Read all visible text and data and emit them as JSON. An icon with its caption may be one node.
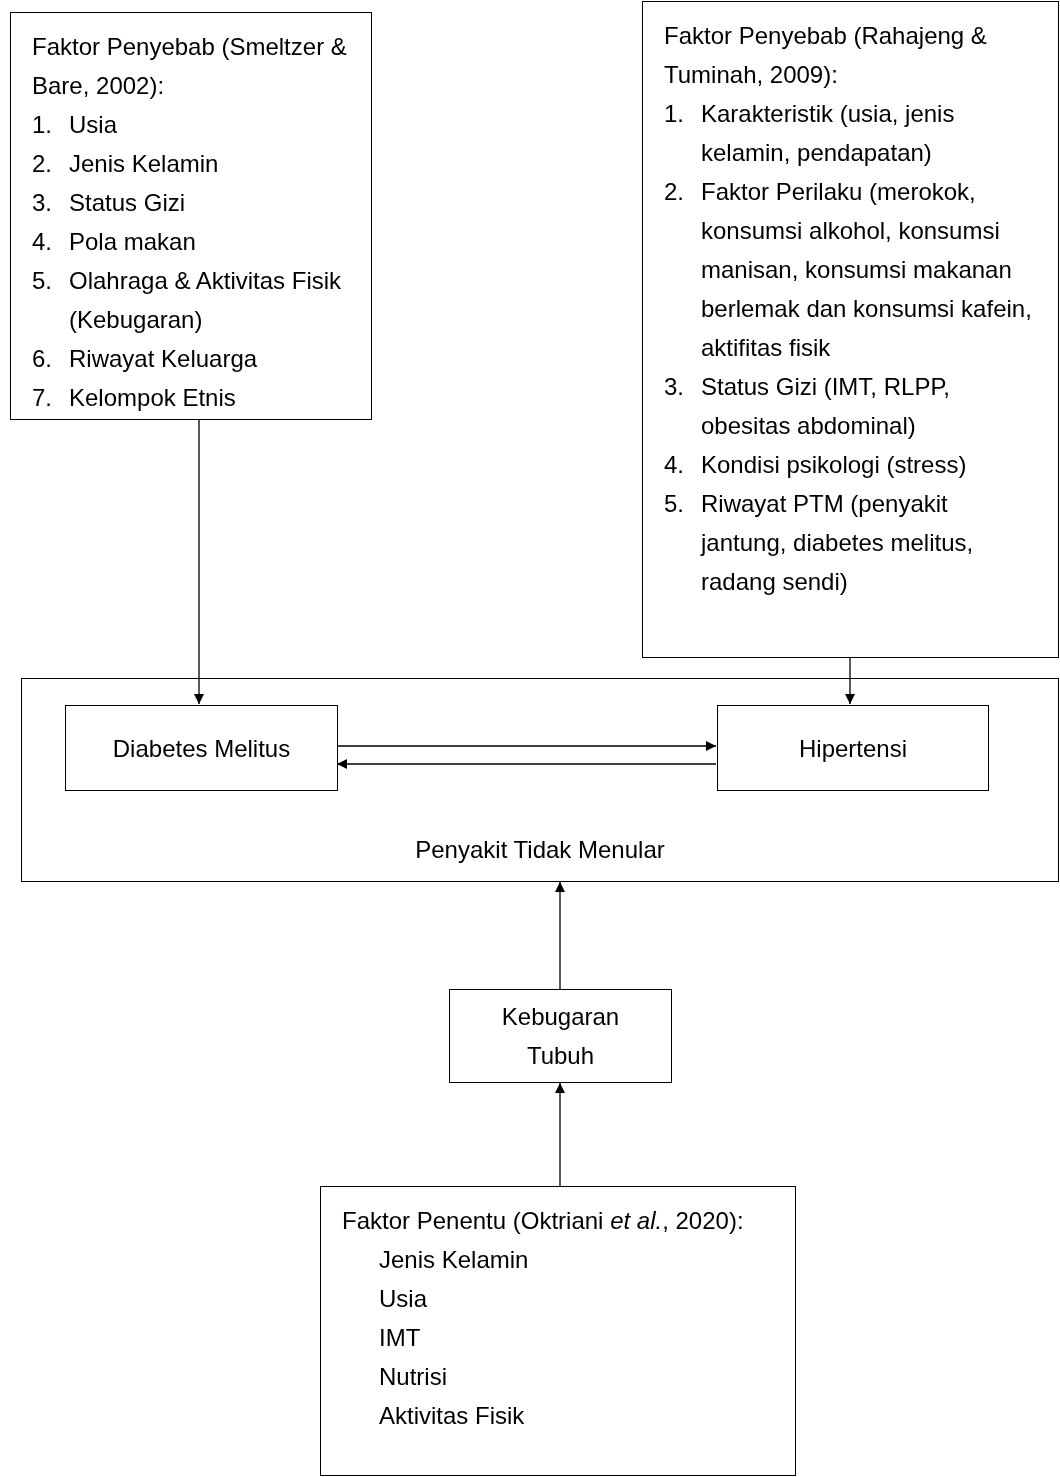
{
  "diagram": {
    "nodes": [
      {
        "text": [
          "Faktor Penyebab (Smeltzer & Bare, 2002):",
          "1. Usia",
          "2. Jenis Kelamin",
          "3. Status Gizi",
          "4. Pola makan",
          "5. Olahraga & Aktivitas Fisik (Kebugaran)",
          "6. Riwayat Keluarga",
          "7. Kelompok Etnis"
        ]
      },
      {
        "text": [
          "Faktor Penyebab (Rahajeng & Tuminah, 2009):",
          "1. Karakteristik (usia, jenis kelamin, pendapatan)",
          "2. Faktor Perilaku (merokok, konsumsi alkohol, konsumsi manisan, konsumsi makanan berlemak dan konsumsi kafein, aktifitas fisik",
          "3. Status Gizi (IMT, RLPP, obesitas abdominal)",
          "4. Kondisi psikologi (stress)",
          "5. Riwayat PTM (penyakit jantung, diabetes melitus, radang sendi)"
        ]
      },
      {
        "text": [
          "Penyakit Tidak Menular"
        ]
      },
      {
        "text": [
          "Diabetes Melitus"
        ],
        "in": 2
      },
      {
        "text": [
          "Hipertensi"
        ],
        "in": 2
      },
      {
        "text": [
          "Kebugaran Tubuh"
        ]
      },
      {
        "text": [
          "Faktor Penentu (Oktriani *et al.*, 2020):",
          "Jenis Kelamin",
          "Usia",
          "IMT",
          "Nutrisi",
          "Aktivitas Fisik"
        ]
      }
    ],
    "edges": [
      {
        "from": 0,
        "to": 3,
        "arrow": "to"
      },
      {
        "from": 1,
        "to": 4,
        "arrow": "to"
      },
      {
        "from": 3,
        "to": 4,
        "arrow": "to"
      },
      {
        "from": 4,
        "to": 3,
        "arrow": "to"
      },
      {
        "from": 5,
        "to": 2,
        "arrow": "to"
      },
      {
        "from": 6,
        "to": 5,
        "arrow": "to"
      }
    ]
  }
}
